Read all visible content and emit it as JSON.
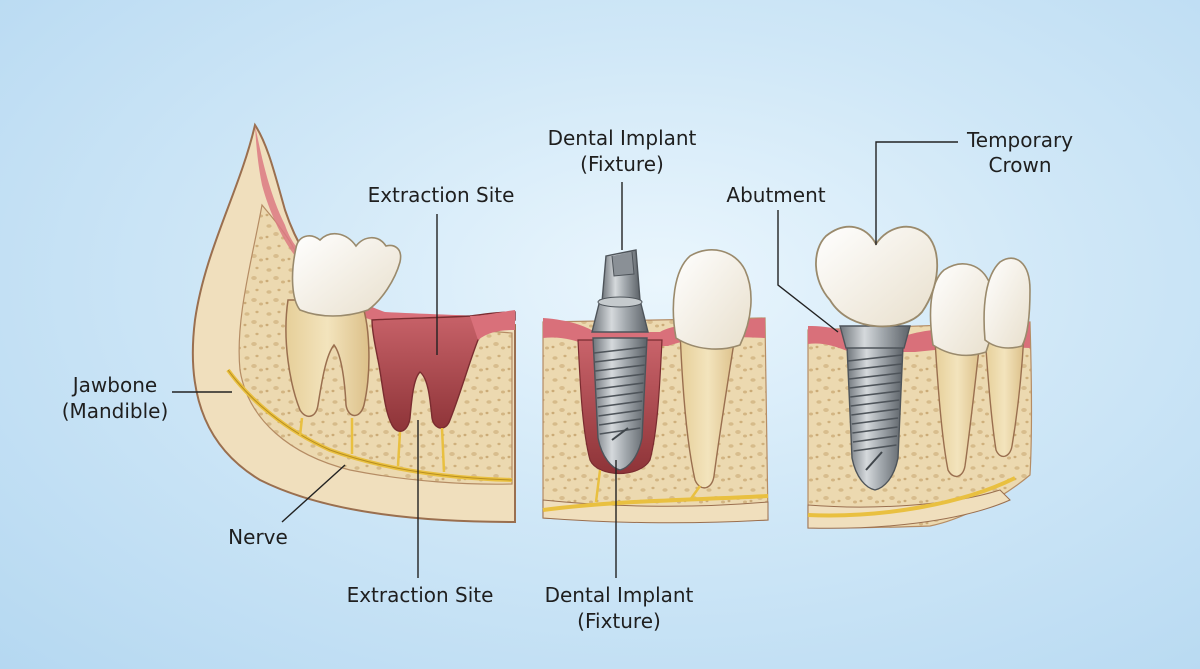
{
  "labels": {
    "jawbone": {
      "line1": "Jawbone",
      "line2": "(Mandible)"
    },
    "nerve": "Nerve",
    "extraction_site_top": "Extraction Site",
    "extraction_site_bottom": "Extraction Site",
    "implant_top": {
      "line1": "Dental Implant",
      "line2": "(Fixture)"
    },
    "implant_bottom": {
      "line1": "Dental Implant",
      "line2": "(Fixture)"
    },
    "abutment": "Abutment",
    "temporary_crown": {
      "line1": "Temporary",
      "line2": "Crown"
    }
  },
  "colors": {
    "bone": "#ecd9b0",
    "bone_edge": "#9a6f4f",
    "gum": "#d9707a",
    "socket": "#a8484c",
    "tooth": "#f7f1e3",
    "root": "#ecd7a3",
    "nerve": "#e9c040",
    "metal": "#a9aeb3",
    "background": "#cfe7f7"
  }
}
